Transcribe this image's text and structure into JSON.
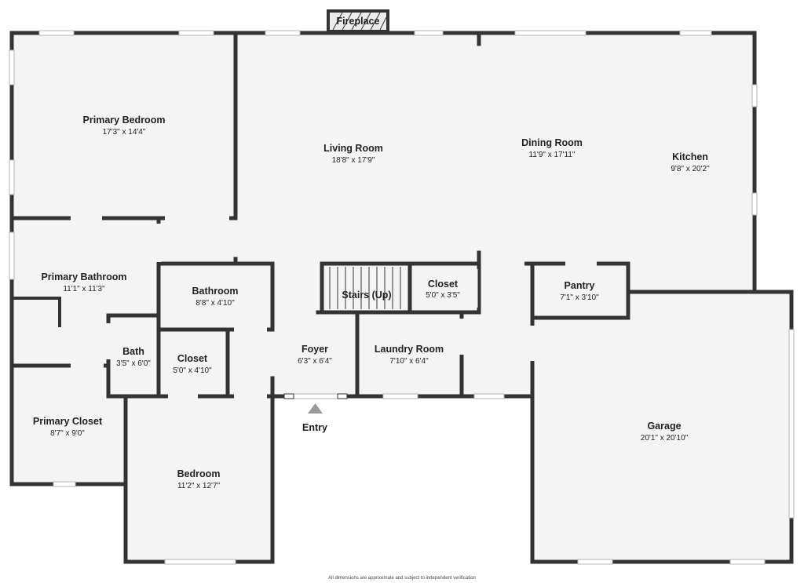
{
  "rooms": {
    "primary_bedroom": {
      "name": "Primary Bedroom",
      "dims": "17'3\" x 14'4\""
    },
    "living_room": {
      "name": "Living Room",
      "dims": "18'8\" x 17'9\""
    },
    "dining_room": {
      "name": "Dining Room",
      "dims": "11'9\" x 17'11\""
    },
    "kitchen": {
      "name": "Kitchen",
      "dims": "9'8\" x 20'2\""
    },
    "primary_bathroom": {
      "name": "Primary Bathroom",
      "dims": "11'1\" x 11'3\""
    },
    "bathroom": {
      "name": "Bathroom",
      "dims": "8'8\" x 4'10\""
    },
    "stairs": {
      "name": "Stairs (Up)"
    },
    "closet_stairs": {
      "name": "Closet",
      "dims": "5'0\" x 3'5\""
    },
    "pantry": {
      "name": "Pantry",
      "dims": "7'1\" x 3'10\""
    },
    "bath": {
      "name": "Bath",
      "dims": "3'5\" x 6'0\""
    },
    "closet_hall": {
      "name": "Closet",
      "dims": "5'0\" x 4'10\""
    },
    "foyer": {
      "name": "Foyer",
      "dims": "6'3\" x 6'4\""
    },
    "laundry_room": {
      "name": "Laundry Room",
      "dims": "7'10\" x 6'4\""
    },
    "primary_closet": {
      "name": "Primary Closet",
      "dims": "8'7\" x 9'0\""
    },
    "garage": {
      "name": "Garage",
      "dims": "20'1\" x 20'10\""
    },
    "bedroom": {
      "name": "Bedroom",
      "dims": "11'2\" x 12'7\""
    }
  },
  "labels": {
    "fireplace": "Fireplace",
    "entry": "Entry",
    "disclaimer": "All dimensions are approximate and subject to independent verification"
  },
  "colors": {
    "wall": "#333333",
    "floor": "#f4f4f4",
    "entry_arrow": "#9a9a9a"
  }
}
